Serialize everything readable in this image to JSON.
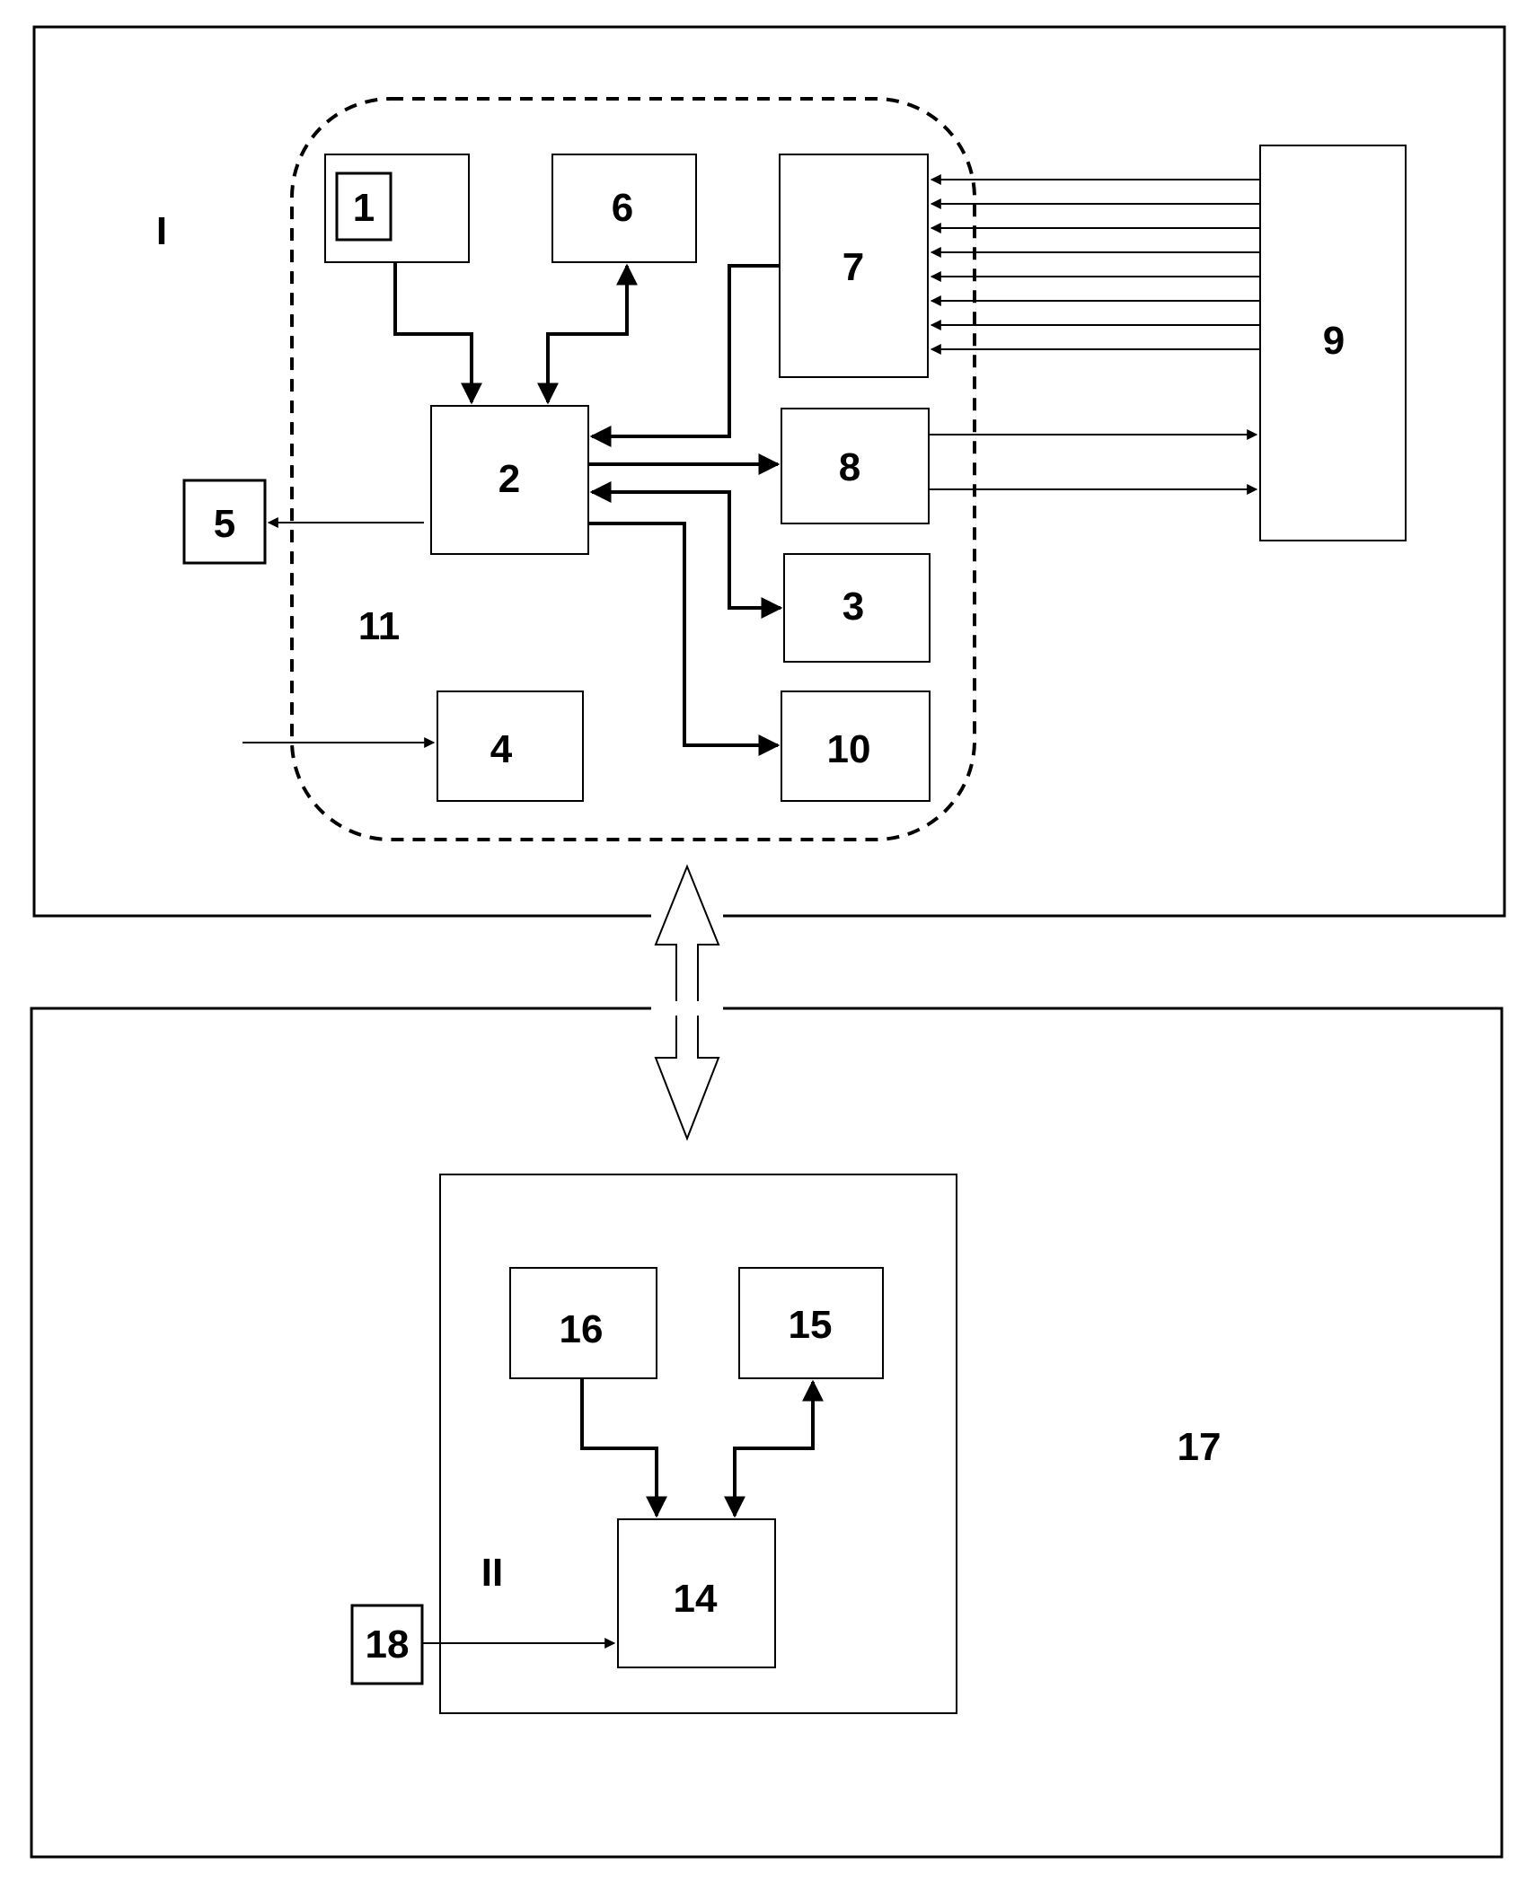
{
  "panels": {
    "top": {
      "roman": "I"
    },
    "bottom": {
      "roman": "II",
      "outer_label": "17"
    }
  },
  "group_label": "11",
  "blocks": {
    "b1": "1",
    "b2": "2",
    "b3": "3",
    "b4": "4",
    "b5": "5",
    "b6": "6",
    "b7": "7",
    "b8": "8",
    "b9": "9",
    "b10": "10",
    "b14": "14",
    "b15": "15",
    "b16": "16",
    "b18": "18"
  },
  "colors": {
    "line": "#000000",
    "background": "#ffffff"
  }
}
